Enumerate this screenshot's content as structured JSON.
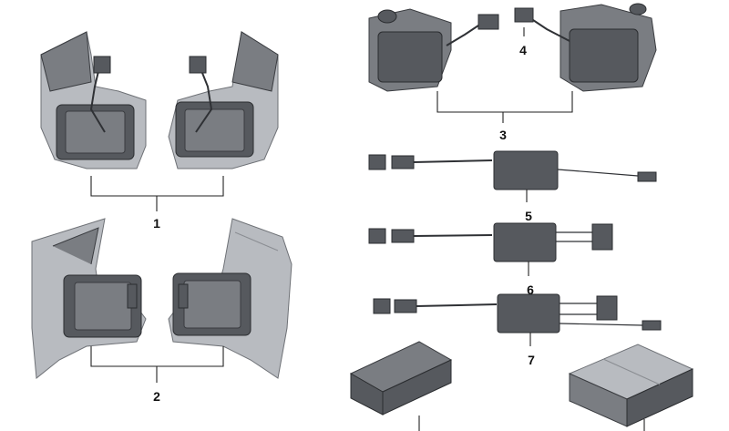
{
  "diagram": {
    "part_numbers": {
      "p1": "1",
      "p2": "2",
      "p3": "3",
      "p4": "4",
      "p5": "5",
      "p6": "6",
      "p7": "7"
    },
    "colors": {
      "housing_dark": "#56595e",
      "housing_mid": "#7a7d82",
      "paddle_light": "#b8bbc0",
      "line": "#222222"
    }
  }
}
